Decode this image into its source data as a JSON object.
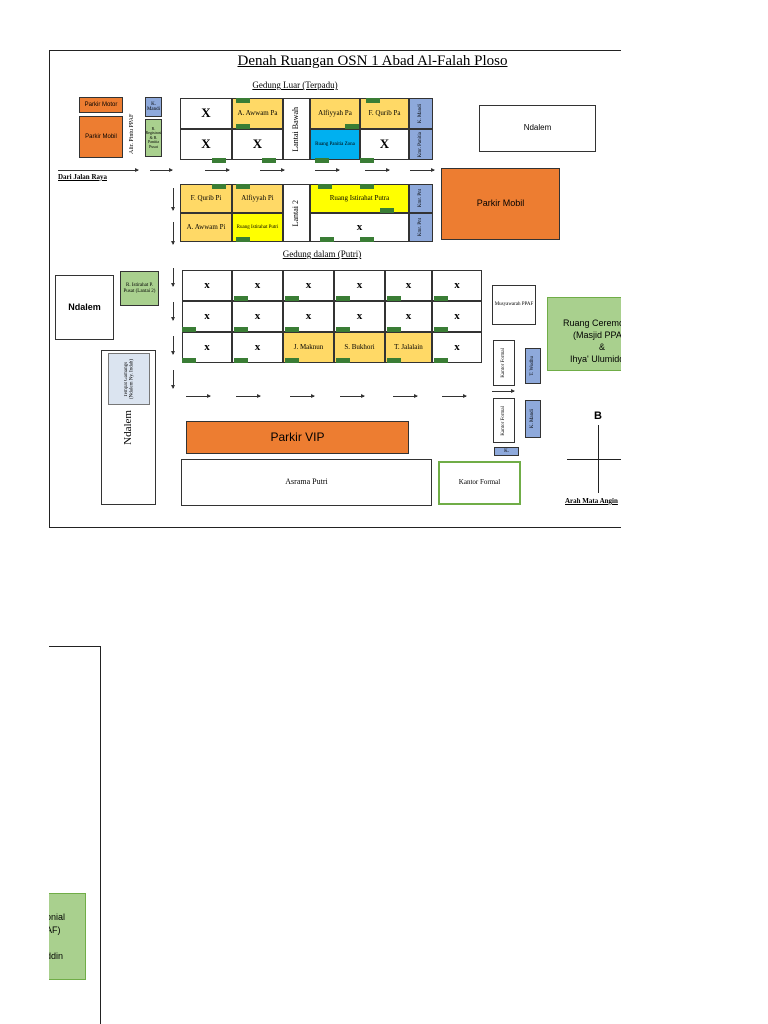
{
  "title": "Denah Ruangan OSN 1 Abad Al-Falah Ploso",
  "gedung_luar": "Gedung Luar (Terpadu)",
  "gedung_dalam": "Gedung dalam (Putri)",
  "dari_jalan_raya": "Dari Jalan Raya",
  "parkir_motor": "Parkir Motor",
  "parkir_mobil_small": "Parkir Mobil",
  "alir_pintu": "Alir. Pintu PPAF",
  "k_mandi_top": "K. Mandi",
  "registrasi": "R. Registrasi & R. Panitia Pusat",
  "x": "X",
  "x_small": "x",
  "a_awwam_pa": "A. Awwam Pa",
  "alfiyyah_pa": "Alfiyyah Pa",
  "f_qurib_pa": "F. Qurib Pa",
  "k_mandi_right": "K. Mandi",
  "lantai_bawah": "Lantai Bawah",
  "ruang_panitia_zona": "Ruang Panitia Zona",
  "kamar_panitia": "Kmr. Panitia",
  "ndalem_top": "Ndalem",
  "f_qurib_pi": "F. Qurib Pi",
  "alfiyyah_pi": "Alfiyyah Pi",
  "lantai_2": "Lantai 2",
  "ruang_istirahat_putra": "Ruang Istirahat Putra",
  "a_awwam_pi": "A. Awwam Pi",
  "ruang_istirahat_putri": "Ruang Istirahat Putri",
  "kamar_2_a": "Kmr. Pnt",
  "kamar_2_b": "Kmr. Pnt",
  "parkir_mobil_big": "Parkir Mobil",
  "ndalem_left": "Ndalem",
  "r_istirahat_p_pusat": "R. Istirahat P. Pusat (Lantai 2)",
  "j_maknun": "J. Maknun",
  "s_bukhori": "S. Bukhori",
  "t_jalalain": "T. Jalalain",
  "musyawarah": "Musyawarah PPAF",
  "ruang_ceremonial_lines": [
    "Ruang Ceremonial",
    "(Masjid PPAF)",
    "&",
    "Ihya' Ulumiddin"
  ],
  "ndalem_vertical": "Ndalem",
  "tempat_gamangs": "Tempat Gamangs (Ndalem Ny. Indah)",
  "kantor_formal_vert_1": "Kantor Formal",
  "kantor_formal_vert_2": "Kantor Formal",
  "t_wudhu": "T. Wudhu",
  "k_mandi_2": "K. Mandi",
  "k_small": "K.",
  "parkir_vip": "Parkir VIP",
  "asrama_putri": "Asrama Putri",
  "kantor_formal": "Kantor Formal",
  "compass_letter": "B",
  "arah_mata_angin": "Arah Mata Angin",
  "crop_text_lines": [
    "onial",
    "AF)",
    "",
    "ddin"
  ],
  "colors": {
    "orange": "#ed7d31",
    "yellow_light": "#ffd966",
    "yellow": "#ffff00",
    "blue_light": "#8ea9db",
    "cyan": "#00b0f0",
    "green_light": "#a9d08e",
    "green_door": "#3a7d35"
  }
}
